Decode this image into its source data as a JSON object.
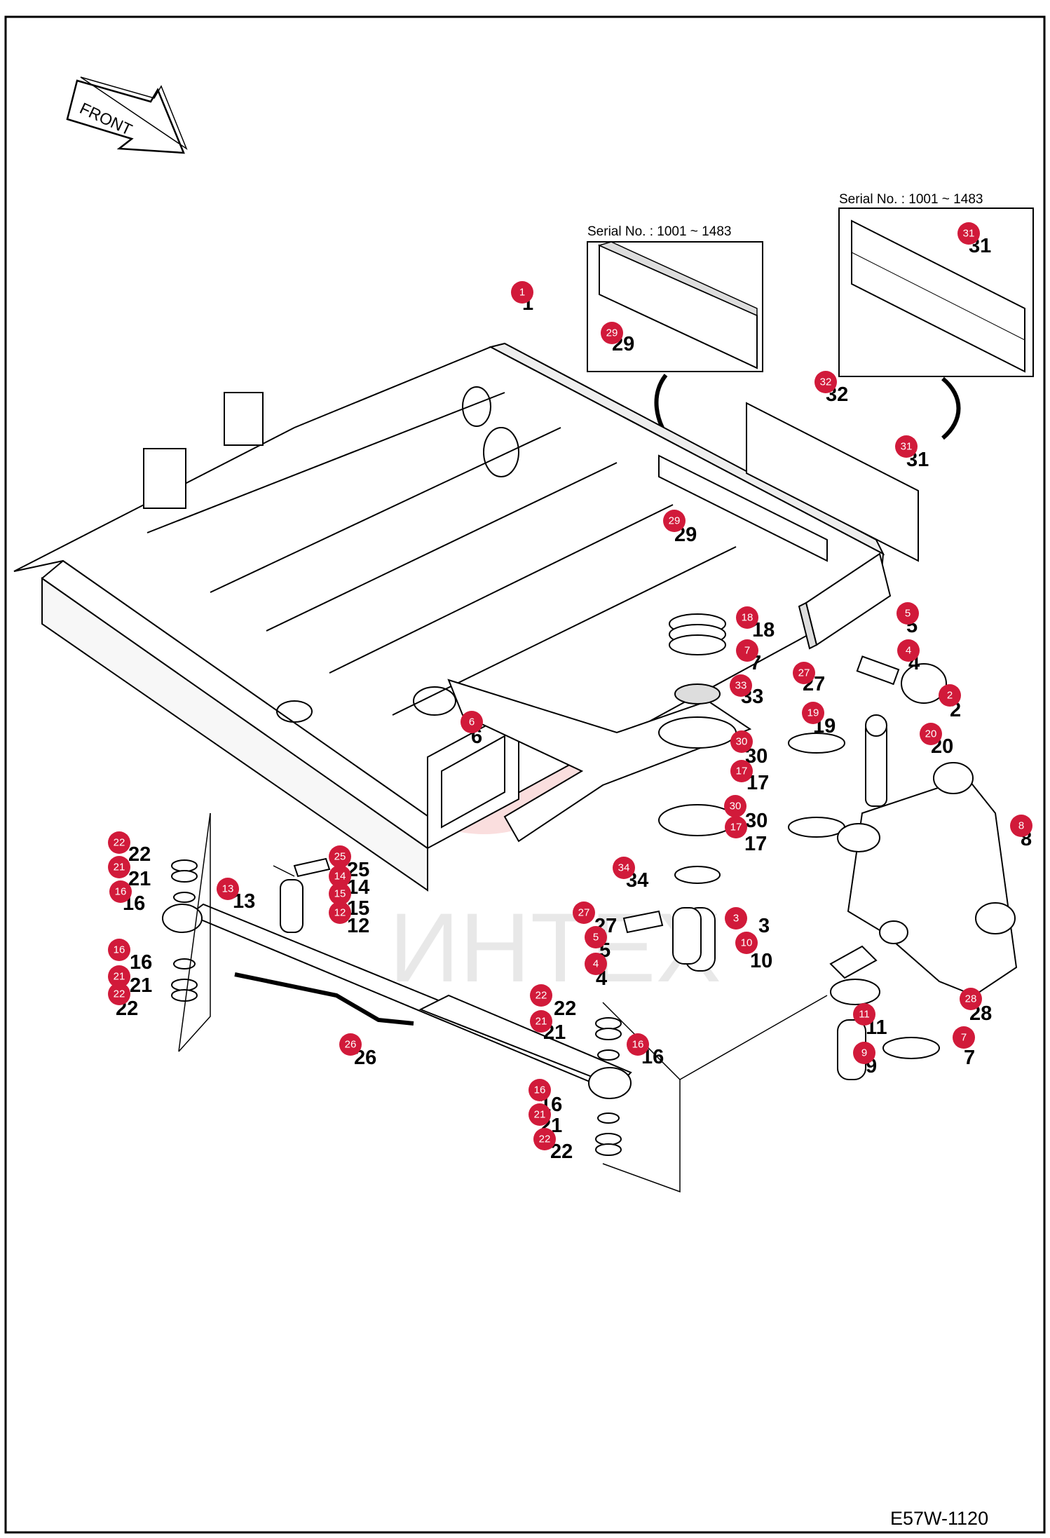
{
  "drawing_code": "E57W-1120",
  "front_label": "FRONT",
  "watermark": "ИНТЕХ",
  "badge_color": "#d11a3a",
  "inset_left": {
    "serial": "Serial No. : 1001 ~ 1483"
  },
  "inset_right": {
    "serial": "Serial No. : 1001 ~ 1483"
  },
  "callouts": [
    {
      "n": "1",
      "label": "1"
    },
    {
      "n": "29",
      "label": "29"
    },
    {
      "n": "31",
      "label": "31"
    },
    {
      "n": "32",
      "label": "32"
    },
    {
      "n": "31",
      "label": "31"
    },
    {
      "n": "29",
      "label": "29"
    },
    {
      "n": "18",
      "label": "18"
    },
    {
      "n": "5",
      "label": "5"
    },
    {
      "n": "4",
      "label": "4"
    },
    {
      "n": "7",
      "label": "7"
    },
    {
      "n": "27",
      "label": "27"
    },
    {
      "n": "33",
      "label": "33"
    },
    {
      "n": "2",
      "label": "2"
    },
    {
      "n": "19",
      "label": "19"
    },
    {
      "n": "6",
      "label": "6"
    },
    {
      "n": "20",
      "label": "20"
    },
    {
      "n": "30",
      "label": "30"
    },
    {
      "n": "17",
      "label": "17"
    },
    {
      "n": "30",
      "label": "30"
    },
    {
      "n": "17",
      "label": "17"
    },
    {
      "n": "8",
      "label": "8"
    },
    {
      "n": "22",
      "label": "22"
    },
    {
      "n": "21",
      "label": "21"
    },
    {
      "n": "16",
      "label": "16"
    },
    {
      "n": "25",
      "label": "25"
    },
    {
      "n": "14",
      "label": "14"
    },
    {
      "n": "15",
      "label": "15"
    },
    {
      "n": "12",
      "label": "12"
    },
    {
      "n": "13",
      "label": "13"
    },
    {
      "n": "34",
      "label": "34"
    },
    {
      "n": "27",
      "label": "27"
    },
    {
      "n": "3",
      "label": "3"
    },
    {
      "n": "5",
      "label": "5"
    },
    {
      "n": "4",
      "label": "4"
    },
    {
      "n": "10",
      "label": "10"
    },
    {
      "n": "16",
      "label": "16"
    },
    {
      "n": "21",
      "label": "21"
    },
    {
      "n": "22",
      "label": "22"
    },
    {
      "n": "28",
      "label": "28"
    },
    {
      "n": "22",
      "label": "22"
    },
    {
      "n": "21",
      "label": "21"
    },
    {
      "n": "16",
      "label": "16"
    },
    {
      "n": "11",
      "label": "11"
    },
    {
      "n": "26",
      "label": "26"
    },
    {
      "n": "9",
      "label": "9"
    },
    {
      "n": "7",
      "label": "7"
    },
    {
      "n": "16",
      "label": "16"
    },
    {
      "n": "21",
      "label": "21"
    },
    {
      "n": "22",
      "label": "22"
    }
  ]
}
